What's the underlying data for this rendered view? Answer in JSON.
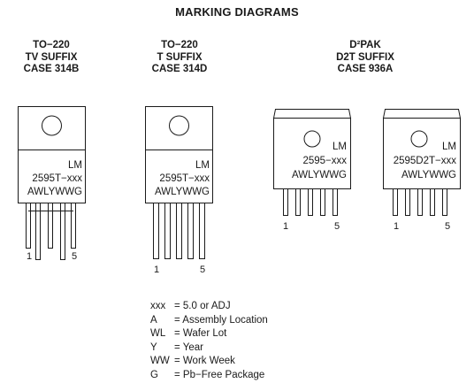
{
  "title": "MARKING DIAGRAMS",
  "packages": [
    {
      "header": [
        "TO−220",
        "TV SUFFIX",
        "CASE 314B"
      ],
      "mark": [
        "LM",
        "2595T−xxx",
        "AWLYWWG"
      ],
      "pin_first": "1",
      "pin_last": "5"
    },
    {
      "header": [
        "TO−220",
        "T SUFFIX",
        "CASE 314D"
      ],
      "mark": [
        "LM",
        "2595T−xxx",
        "AWLYWWG"
      ],
      "pin_first": "1",
      "pin_last": "5"
    },
    {
      "header": [
        "D²PAK",
        "D2T SUFFIX",
        "CASE 936A"
      ],
      "mark": [
        "LM",
        "2595−xxx",
        "AWLYWWG"
      ],
      "pin_first": "1",
      "pin_last": "5"
    },
    {
      "mark": [
        "LM",
        "2595D2T−xxx",
        "AWLYWWG"
      ],
      "pin_first": "1",
      "pin_last": "5"
    }
  ],
  "legend": [
    {
      "key": "xxx",
      "desc": "= 5.0 or ADJ"
    },
    {
      "key": "A",
      "desc": "= Assembly Location"
    },
    {
      "key": "WL",
      "desc": "= Wafer Lot"
    },
    {
      "key": "Y",
      "desc": "= Year"
    },
    {
      "key": "WW",
      "desc": "= Work Week"
    },
    {
      "key": "G",
      "desc": "= Pb−Free Package"
    }
  ]
}
